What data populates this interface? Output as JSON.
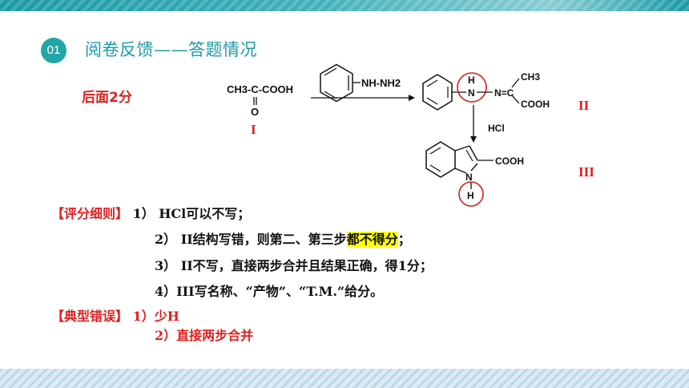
{
  "header": {
    "badge": "01",
    "title": "阅卷反馈——答题情况"
  },
  "note": "后面2分",
  "reaction": {
    "compound_I": {
      "line1": "CH3-C-COOH",
      "line2": "O"
    },
    "reagent": "NH-NH2",
    "compound_II": {
      "nh": "H",
      "n1": "N",
      "eq": "N=C",
      "ch3": "CH3",
      "cooh": "COOH"
    },
    "hcl": "HCl",
    "compound_III": {
      "cooh": "COOH",
      "n": "N",
      "h": "H"
    }
  },
  "labels": {
    "I": "I",
    "II": "II",
    "III": "III"
  },
  "rules": {
    "title": "【评分细则】",
    "items": [
      {
        "num": "1）",
        "text": " HCl可以不写；"
      },
      {
        "num": "2）",
        "text_a": " II结构写错，则第二、第三步",
        "highlight": "都不得分",
        "text_b": "；"
      },
      {
        "num": "3）",
        "text": " II不写，直接两步合并且结果正确，得1分；"
      },
      {
        "num": "4）",
        "text": "III写名称、“产物”、“T.M.”给分。"
      }
    ]
  },
  "errors": {
    "title": "【典型错误】",
    "items": [
      {
        "text": "1）少H"
      },
      {
        "text": "2）直接两步合并"
      }
    ]
  },
  "colors": {
    "accent": "#22a6a8",
    "red": "#e02020",
    "highlight": "#ffff00"
  }
}
